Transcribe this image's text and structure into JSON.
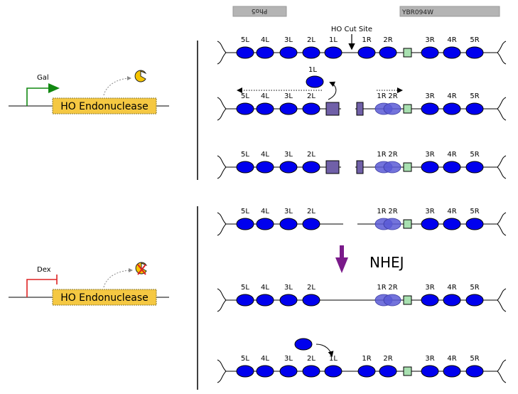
{
  "genes": {
    "left": "Pho5",
    "right": "YBR094W"
  },
  "cut_site_label": "HO Cut Site",
  "induce": {
    "inducer": "Gal",
    "gene": "HO Endonuclease"
  },
  "repress": {
    "inducer": "Dex",
    "gene": "HO Endonuclease"
  },
  "repair_label": "NHEJ",
  "nuc_labels": {
    "n5L": "5L",
    "n4L": "4L",
    "n3L": "3L",
    "n2L": "2L",
    "n1L": "1L",
    "n1R": "1R",
    "n2R": "2R",
    "n3R": "3R",
    "n4R": "4R",
    "n5R": "5R"
  },
  "colors": {
    "nucleosome": "#0000ee",
    "faded_nucleosome": "#5a5ad6",
    "gene_box": "#f5c842",
    "promoter_on": "#118811",
    "promoter_off": "#dd2222",
    "square_purple": "#7060a8",
    "square_green": "#a8e0b0",
    "arrow_purple": "#7a1a8a",
    "pacman": "#f5c400"
  }
}
